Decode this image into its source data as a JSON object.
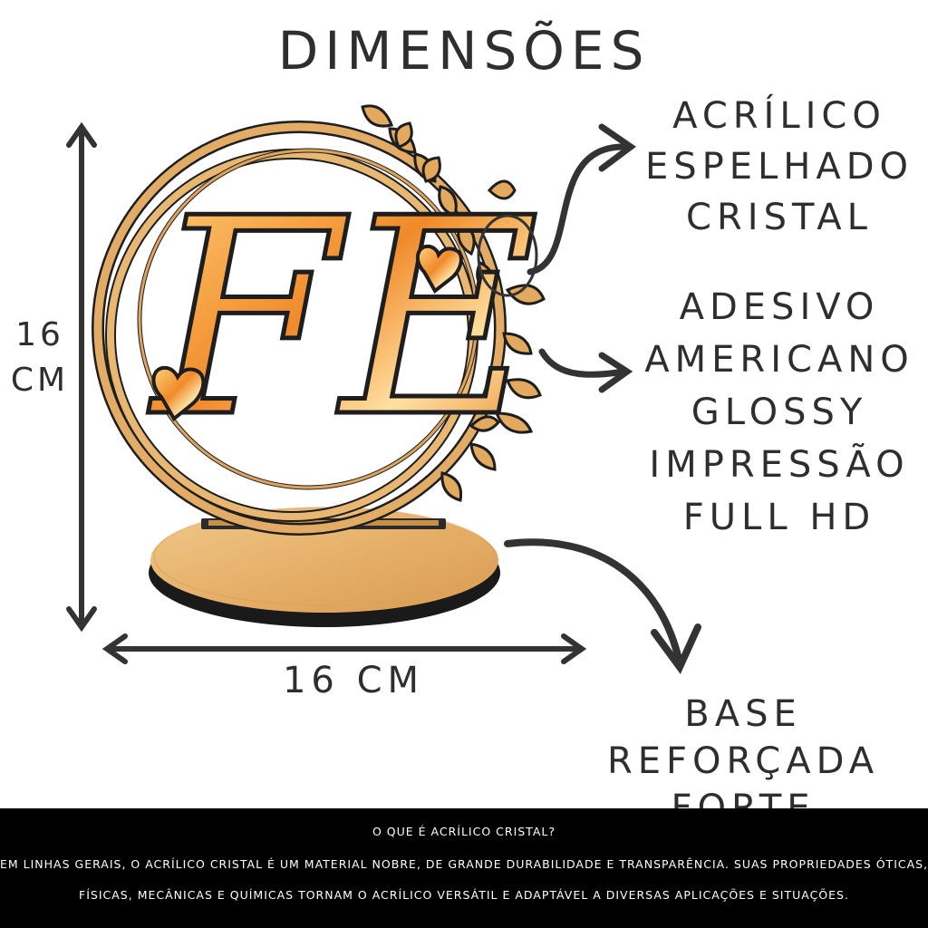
{
  "title": "DIMENSÕES",
  "callouts": {
    "acrylic": [
      "ACRÍLICO",
      "ESPELHADO",
      "CRISTAL"
    ],
    "adesivo": [
      "ADESIVO",
      "AMERICANO",
      "GLOSSY",
      "IMPRESSÃO",
      "FULL HD"
    ],
    "base": [
      "BASE REFORÇADA",
      "FORTE"
    ]
  },
  "dimensions": {
    "height": [
      "16",
      "CM"
    ],
    "width": "16 CM"
  },
  "product": {
    "initials": "FE"
  },
  "footer": {
    "question": "O QUE É ACRÍLICO CRISTAL?",
    "body_line1": "EM LINHAS GERAIS, O ACRÍLICO CRISTAL É UM MATERIAL NOBRE, DE GRANDE DURABILIDADE E TRANSPARÊNCIA.  SUAS PROPRIEDADES ÓTICAS,",
    "body_line2": "FÍSICAS, MECÂNICAS E QUÍMICAS TORNAM O ACRÍLICO VERSÁTIL E ADAPTÁVEL A DIVERSAS APLICAÇÕES E SITUAÇÕES."
  },
  "colors": {
    "wood": "#e8b873",
    "wood_dark": "#c98f45",
    "mirror": "#f2a13a",
    "arrow": "#333333",
    "footer_bg": "#000000"
  }
}
